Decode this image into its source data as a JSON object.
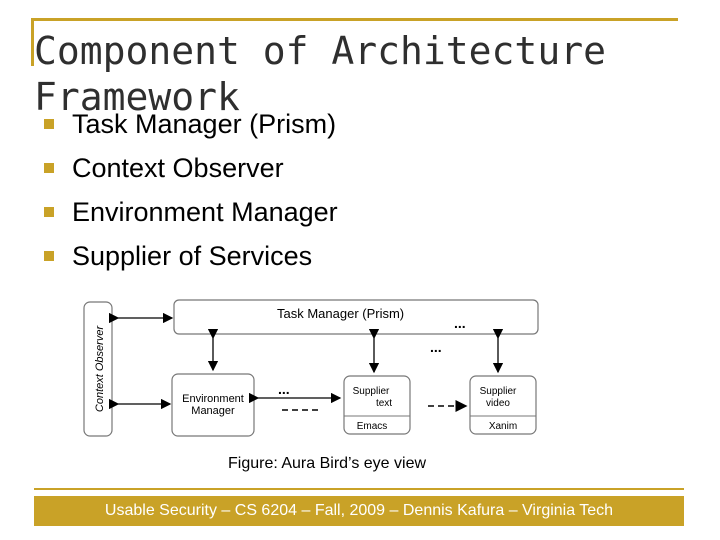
{
  "slide": {
    "title": "Component of Architecture Framework",
    "bullets": [
      "Task Manager (Prism)",
      "Context Observer",
      "Environment Manager",
      "Supplier of Services"
    ],
    "caption": "Figure: Aura Bird’s eye view",
    "footer": "Usable Security – CS 6204 – Fall, 2009 – Dennis Kafura – Virginia Tech"
  },
  "diagram": {
    "context_observer": "Context Observer",
    "task_manager": "Task Manager (Prism)",
    "environment_manager": [
      "Environment",
      "Manager"
    ],
    "supplier_text": [
      "Supplier",
      "text"
    ],
    "supplier_video": [
      "Supplier",
      "video"
    ],
    "emacs": "Emacs",
    "xanim": "Xanim",
    "ellipsis": "..."
  },
  "colors": {
    "accent": "#c9a227",
    "title": "#2f2f2f"
  }
}
